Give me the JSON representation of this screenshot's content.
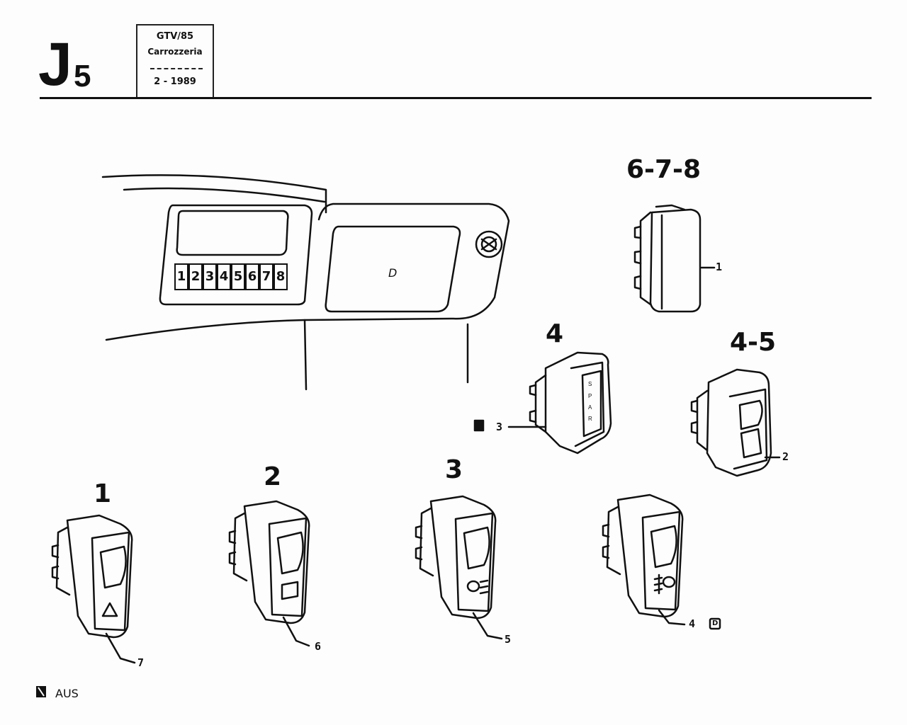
{
  "header": {
    "section_letter": "J",
    "section_number": "5",
    "model": "GTV/85",
    "section_name": "Carrozzeria",
    "date": "2 - 1989"
  },
  "dashboard": {
    "switch_numbers": [
      "1",
      "2",
      "3",
      "4",
      "5",
      "6",
      "7",
      "8"
    ],
    "glovebox_mark": "D"
  },
  "switches": [
    {
      "label": "1",
      "ref": "7",
      "icon": "hazard-triangle-icon"
    },
    {
      "label": "2",
      "ref": "6",
      "icon": "rear-defrost-icon"
    },
    {
      "label": "3",
      "ref": "5",
      "icon": "fog-light-icon"
    },
    {
      "label": "",
      "ref": "4",
      "icon": "rear-fog-light-icon",
      "marker": "D"
    }
  ],
  "upper_switches": [
    {
      "label": "6-7-8",
      "ref": "1"
    },
    {
      "label": "4",
      "ref": "3"
    },
    {
      "label": "4-5",
      "ref": "2"
    }
  ],
  "legend": {
    "text": "AUS"
  }
}
